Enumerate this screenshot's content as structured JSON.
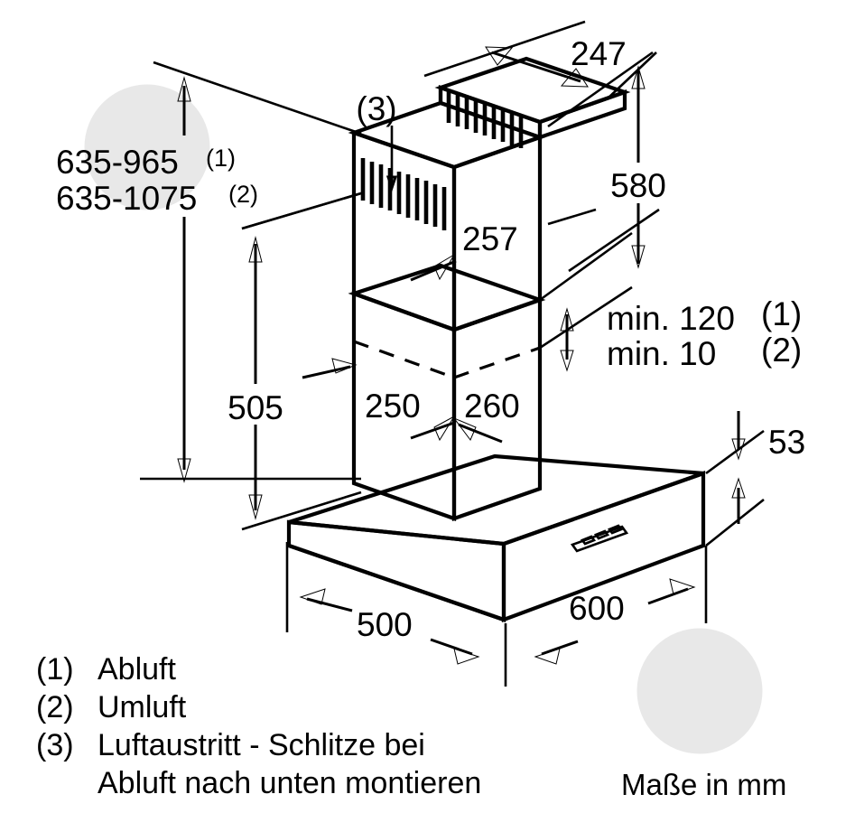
{
  "document": {
    "type": "technical-dimension-drawing",
    "subject": "Wall-mounted chimney cooker hood (Dunstabzugshaube)",
    "language": "de",
    "units_note": "Maße in mm"
  },
  "dimensions": {
    "height_range_exhaust": "635-965",
    "height_range_exhaust_ref": "(1)",
    "height_range_recirc": "635-1075",
    "height_range_recirc_ref": "(2)",
    "chimney_top_depth": "247",
    "canopy_to_chimney_top": "580",
    "upper_chimney_width": "257",
    "min_distance_exhaust": "min. 120",
    "min_distance_exhaust_ref": "(1)",
    "min_distance_recirc": "min. 10",
    "min_distance_recirc_ref": "(2)",
    "canopy_to_lower_chimney": "505",
    "lower_chimney_width": "250",
    "lower_chimney_depth": "260",
    "canopy_depth": "500",
    "canopy_width": "600",
    "canopy_height": "53",
    "vent_callout": "(3)"
  },
  "legend": {
    "items": [
      {
        "ref": "(1)",
        "text": "Abluft"
      },
      {
        "ref": "(2)",
        "text": "Umluft"
      },
      {
        "ref": "(3)",
        "text": "Luftaustritt - Schlitze bei"
      },
      {
        "ref": "",
        "text": "Abluft nach unten montieren"
      }
    ]
  },
  "notes": {
    "units": "Maße in mm"
  },
  "colors": {
    "line": "#000000",
    "background": "#ffffff",
    "watermark": "#e8e8e8"
  }
}
